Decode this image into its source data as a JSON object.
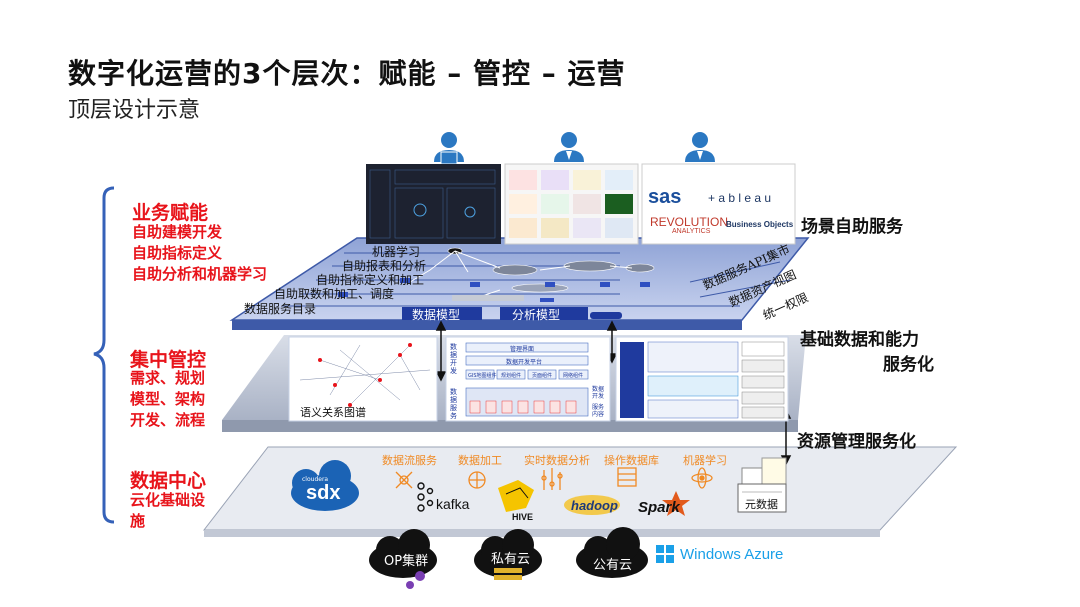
{
  "title": "数字化运营的3个层次：赋能 – 管控 – 运营",
  "subtitle": "顶层设计示意",
  "left_labels": {
    "enable": {
      "heading": "业务赋能",
      "items": [
        "自助建模开发",
        "自助指标定义",
        "自助分析和机器学习"
      ]
    },
    "control": {
      "heading": "集中管控",
      "items": [
        "需求、规划",
        "模型、架构",
        "开发、流程"
      ]
    },
    "datacenter": {
      "heading": "数据中心",
      "items": [
        "云化基础设",
        "施"
      ]
    }
  },
  "right_labels": {
    "scene": "场景自助服务",
    "basic_line1": "基础数据和能力",
    "basic_line2": "服务化",
    "resource": "资源管理服务化"
  },
  "top_plane": {
    "rows": [
      "机器学习",
      "自助报表和分析",
      "自助指标定义和加工",
      "自助取数和加工、调度",
      "数据服务目录"
    ],
    "boxes": [
      "数据模型",
      "分析模型"
    ],
    "right_rows": [
      "数据服务API集市",
      "数据资产视图",
      "统一权限"
    ]
  },
  "middle_plane": {
    "graph_caption": "语义关系图谱",
    "dev": {
      "side_top": "数据开发",
      "side_bottom": "数据服务",
      "rows": [
        "管理界面",
        "数据开发平台",
        "GIS地图组件",
        "规划组件",
        "页面组件",
        "网络组件"
      ],
      "right_top": "数据开发",
      "right_bottom": "服务内容"
    }
  },
  "bottom_plane": {
    "categories": [
      "数据流服务",
      "数据加工",
      "实时数据分析",
      "操作数据库",
      "机器学习"
    ],
    "tools": [
      "cloudera",
      "sdx",
      "kafka",
      "HIVE",
      "hadoop",
      "Spark"
    ],
    "metadata": "元数据"
  },
  "vendors": {
    "sas": "sas",
    "tableau": "+ a b l e a u",
    "revolution": "REVOLUTION",
    "revolution_sub": "ANALYTICS",
    "bo": "Business Objects"
  },
  "clouds": [
    "OP集群",
    "私有云",
    "公有云"
  ],
  "azure": "Windows Azure",
  "colors": {
    "accent_red": "#e8141b",
    "plane_blue": "#3e5aa8",
    "plane_grey": "#b8c1d3",
    "bracket_blue": "#3561b8",
    "user_blue": "#2b78c2"
  }
}
